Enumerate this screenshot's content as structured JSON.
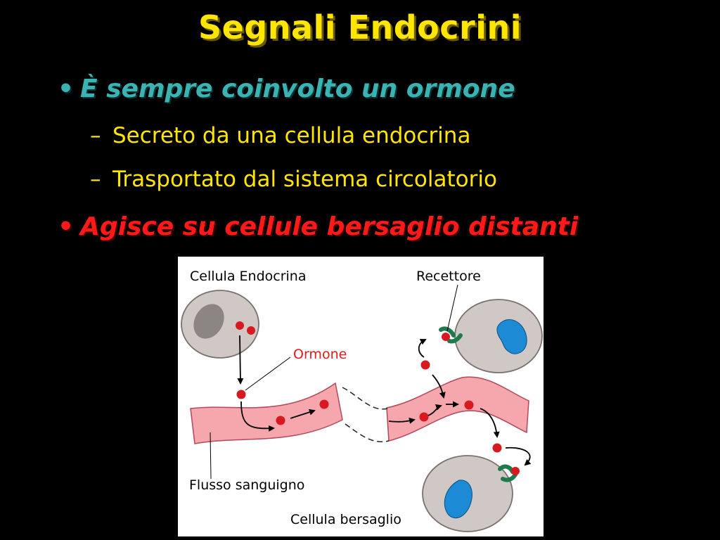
{
  "slide": {
    "title": "Segnali Endocrini",
    "bullets": [
      {
        "symbol": "•",
        "text": "È sempre coinvolto un ormone"
      },
      {
        "symbol": "•",
        "text": "Agisce su cellule bersaglio distanti"
      }
    ],
    "subbullets": [
      {
        "symbol": "–",
        "text": "Secreto da una cellula endocrina"
      },
      {
        "symbol": "–",
        "text": "Trasportato dal sistema circolatorio"
      }
    ]
  },
  "diagram": {
    "labels": {
      "endocrine_cell": "Cellula Endocrina",
      "receptor": "Recettore",
      "hormone": "Ormone",
      "blood_flow": "Flusso sanguigno",
      "target_cell": "Cellula bersaglio"
    },
    "colors": {
      "vessel_fill": "#f6a6ad",
      "vessel_edge": "#b2495a",
      "cell_fill": "#cfc8c4",
      "nucleus_endocrine": "#8b8584",
      "nucleus_target": "#1c8ad4",
      "hormone": "#d71920",
      "receptor": "#1e7a4a"
    }
  }
}
